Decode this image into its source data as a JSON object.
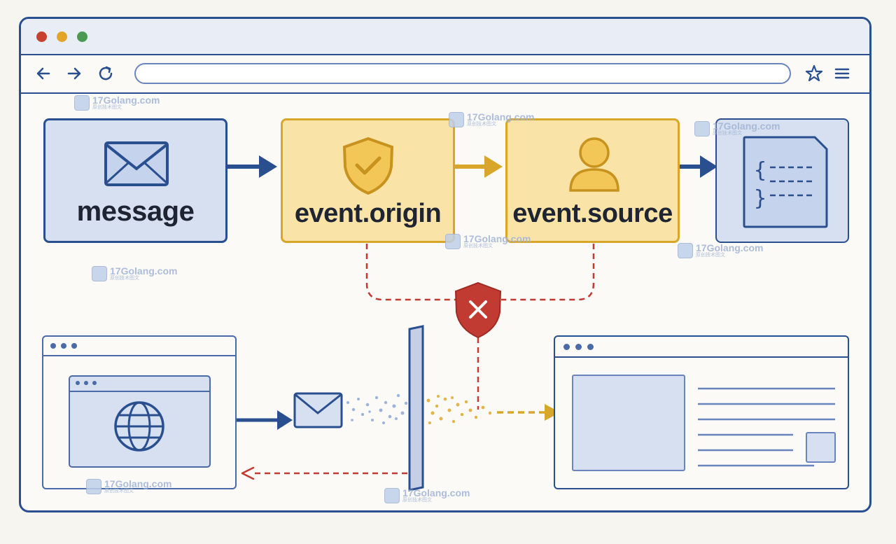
{
  "browser": {
    "address_value": "",
    "icons": [
      "back-arrow-icon",
      "forward-arrow-icon",
      "reload-icon",
      "star-icon",
      "menu-icon"
    ]
  },
  "flow": {
    "message_label": "message",
    "origin_label": "event.origin",
    "source_label": "event.source"
  },
  "watermark": {
    "text": "17Golang.com",
    "subtext": "原创技术图文"
  },
  "colors": {
    "primary_blue": "#2a4f8f",
    "light_blue": "#d6e0f0",
    "accent_yellow": "#d9a62c",
    "light_yellow": "#fae3a6",
    "danger_red": "#c23b32"
  }
}
